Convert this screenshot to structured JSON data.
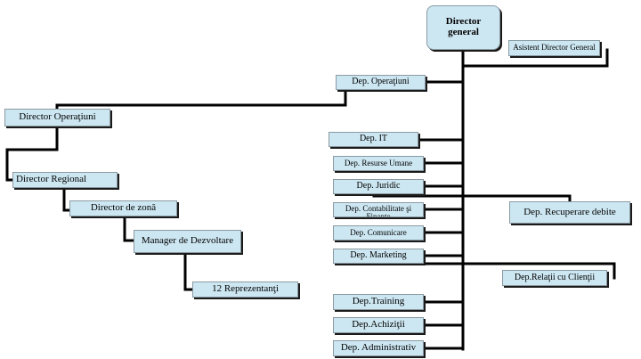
{
  "org_chart": {
    "director_general": "Director general",
    "asistent": "Asistent Director General",
    "departments": {
      "operatiuni": "Dep. Operaţiuni",
      "it": "Dep. IT",
      "resurse_umane": "Dep. Resurse Umane",
      "juridic": "Dep. Juridic",
      "contabilitate": "Dep. Contabilitate şi Finanţe",
      "comunicare": "Dep. Comunicare",
      "marketing": "Dep. Marketing",
      "training": "Dep.Training",
      "achizitii": "Dep.Achiziţii",
      "administrativ": "Dep. Administrativ",
      "recuperare": "Dep. Recuperare debite",
      "relatii": "Dep.Relaţii cu Clienţii"
    },
    "operations_chain": {
      "director_operatiuni": "Director Operaţiuni",
      "director_regional": "Director Regional",
      "director_zona": "Director de zonă",
      "manager_dezvoltare": "Manager de Dezvoltare",
      "reprezentanti": "12 Reprezentanţi"
    }
  },
  "colors": {
    "box_fill": "#cde7f2",
    "line": "#000000"
  }
}
